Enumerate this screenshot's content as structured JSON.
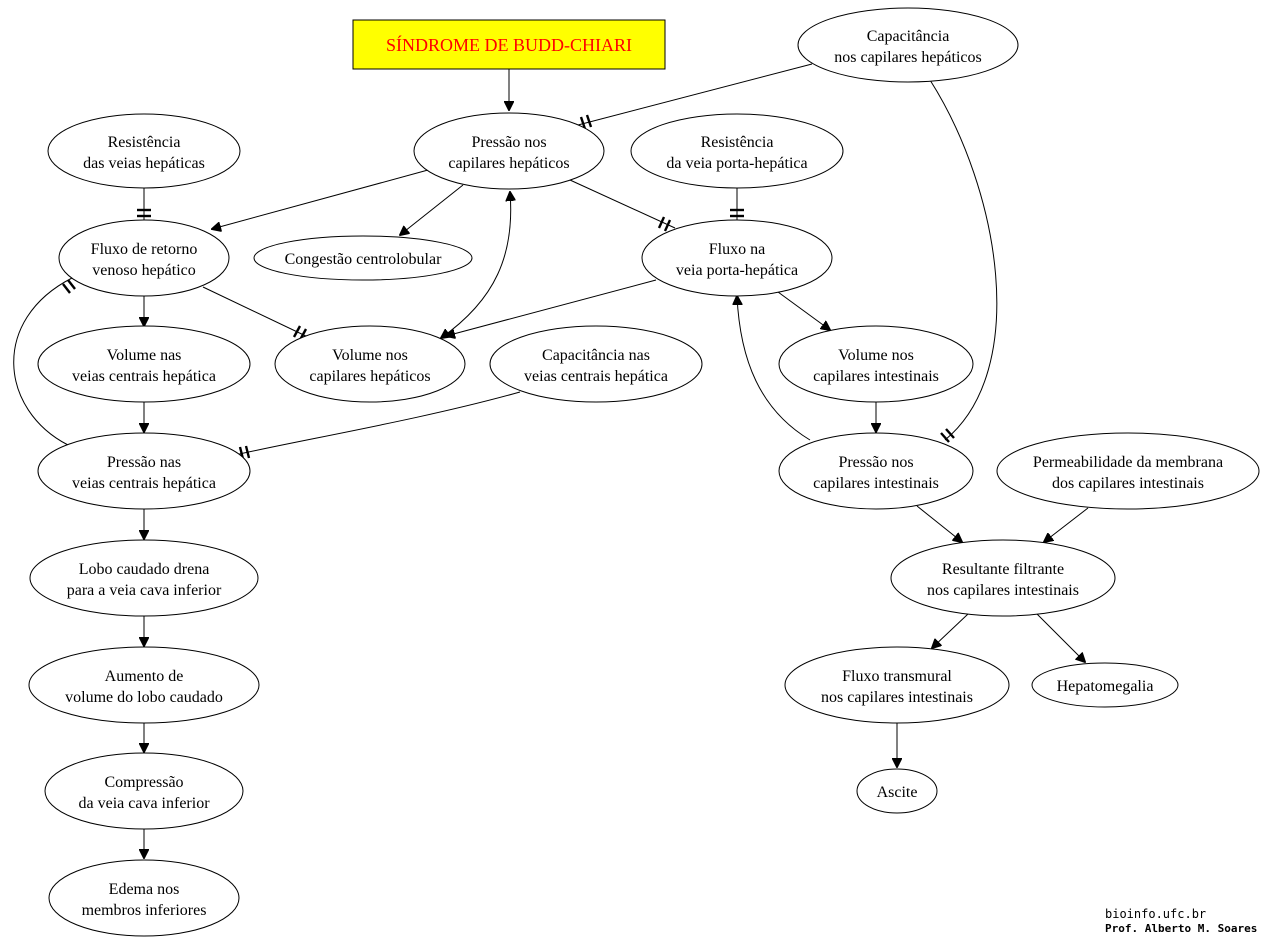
{
  "diagram": {
    "title": "SÍNDROME DE BUDD-CHIARI",
    "nodes": [
      {
        "id": "cap_hep",
        "lines": [
          "Capacitância",
          "nos capilares hepáticos"
        ]
      },
      {
        "id": "res_vh",
        "lines": [
          "Resistência",
          "das veias hepáticas"
        ]
      },
      {
        "id": "press_cap_hep",
        "lines": [
          "Pressão nos",
          "capilares hepáticos"
        ]
      },
      {
        "id": "res_vph",
        "lines": [
          "Resistência",
          "da veia porta-hepática"
        ]
      },
      {
        "id": "fluxo_ret",
        "lines": [
          "Fluxo de retorno",
          "venoso hepático"
        ]
      },
      {
        "id": "congestao",
        "lines": [
          "Congestão centrolobular"
        ]
      },
      {
        "id": "fluxo_vph",
        "lines": [
          "Fluxo na",
          "veia porta-hepática"
        ]
      },
      {
        "id": "vol_vch",
        "lines": [
          "Volume nas",
          "veias centrais hepática"
        ]
      },
      {
        "id": "vol_cap_hep",
        "lines": [
          "Volume nos",
          "capilares hepáticos"
        ]
      },
      {
        "id": "cap_vch",
        "lines": [
          "Capacitância nas",
          "veias centrais hepática"
        ]
      },
      {
        "id": "vol_cap_int",
        "lines": [
          "Volume nos",
          "capilares intestinais"
        ]
      },
      {
        "id": "press_vch",
        "lines": [
          "Pressão nas",
          "veias centrais hepática"
        ]
      },
      {
        "id": "press_cap_int",
        "lines": [
          "Pressão nos",
          "capilares intestinais"
        ]
      },
      {
        "id": "perm",
        "lines": [
          "Permeabilidade da membrana",
          "dos capilares intestinais"
        ]
      },
      {
        "id": "lobo_drena",
        "lines": [
          "Lobo caudado drena",
          "para a veia cava inferior"
        ]
      },
      {
        "id": "result",
        "lines": [
          "Resultante filtrante",
          "nos capilares intestinais"
        ]
      },
      {
        "id": "aumento",
        "lines": [
          "Aumento de",
          "volume do lobo caudado"
        ]
      },
      {
        "id": "fluxo_trans",
        "lines": [
          "Fluxo transmural",
          "nos capilares intestinais"
        ]
      },
      {
        "id": "hepatomeg",
        "lines": [
          "Hepatomegalia"
        ]
      },
      {
        "id": "compressao",
        "lines": [
          "Compressão",
          "da veia cava inferior"
        ]
      },
      {
        "id": "ascite",
        "lines": [
          "Ascite"
        ]
      },
      {
        "id": "edema",
        "lines": [
          "Edema nos",
          "membros inferiores"
        ]
      }
    ],
    "edges": [
      {
        "from": "title",
        "to": "press_cap_hep",
        "kind": "arrow"
      },
      {
        "from": "cap_hep",
        "to": "press_cap_hep",
        "kind": "inverse"
      },
      {
        "from": "cap_hep",
        "to": "press_cap_int",
        "kind": "inverse"
      },
      {
        "from": "res_vh",
        "to": "fluxo_ret",
        "kind": "inverse"
      },
      {
        "from": "res_vph",
        "to": "fluxo_vph",
        "kind": "inverse"
      },
      {
        "from": "press_cap_hep",
        "to": "fluxo_ret",
        "kind": "arrow"
      },
      {
        "from": "press_cap_hep",
        "to": "congestao",
        "kind": "arrow"
      },
      {
        "from": "press_cap_hep",
        "to": "fluxo_vph",
        "kind": "inverse"
      },
      {
        "from": "vol_cap_hep",
        "to": "press_cap_hep",
        "kind": "bidirectional"
      },
      {
        "from": "fluxo_ret",
        "to": "vol_vch",
        "kind": "arrow"
      },
      {
        "from": "fluxo_ret",
        "to": "vol_cap_hep",
        "kind": "inverse"
      },
      {
        "from": "fluxo_vph",
        "to": "vol_cap_hep",
        "kind": "arrow"
      },
      {
        "from": "fluxo_vph",
        "to": "vol_cap_int",
        "kind": "arrow"
      },
      {
        "from": "vol_vch",
        "to": "press_vch",
        "kind": "arrow"
      },
      {
        "from": "press_vch",
        "to": "fluxo_ret",
        "kind": "inverse"
      },
      {
        "from": "cap_vch",
        "to": "press_vch",
        "kind": "inverse"
      },
      {
        "from": "vol_cap_int",
        "to": "press_cap_int",
        "kind": "arrow"
      },
      {
        "from": "press_cap_int",
        "to": "fluxo_vph",
        "kind": "arrow"
      },
      {
        "from": "press_cap_int",
        "to": "result",
        "kind": "arrow"
      },
      {
        "from": "perm",
        "to": "result",
        "kind": "arrow"
      },
      {
        "from": "result",
        "to": "fluxo_trans",
        "kind": "arrow"
      },
      {
        "from": "result",
        "to": "hepatomeg",
        "kind": "arrow"
      },
      {
        "from": "fluxo_trans",
        "to": "ascite",
        "kind": "arrow"
      },
      {
        "from": "press_vch",
        "to": "lobo_drena",
        "kind": "arrow"
      },
      {
        "from": "lobo_drena",
        "to": "aumento",
        "kind": "arrow"
      },
      {
        "from": "aumento",
        "to": "compressao",
        "kind": "arrow"
      },
      {
        "from": "compressao",
        "to": "edema",
        "kind": "arrow"
      }
    ]
  },
  "credits": {
    "site": "bioinfo.ufc.br",
    "author": "Prof. Alberto M. Soares"
  },
  "colors": {
    "title_fill": "#ffff00",
    "title_text": "#ff0000",
    "stroke": "#000000",
    "background": "#ffffff"
  }
}
